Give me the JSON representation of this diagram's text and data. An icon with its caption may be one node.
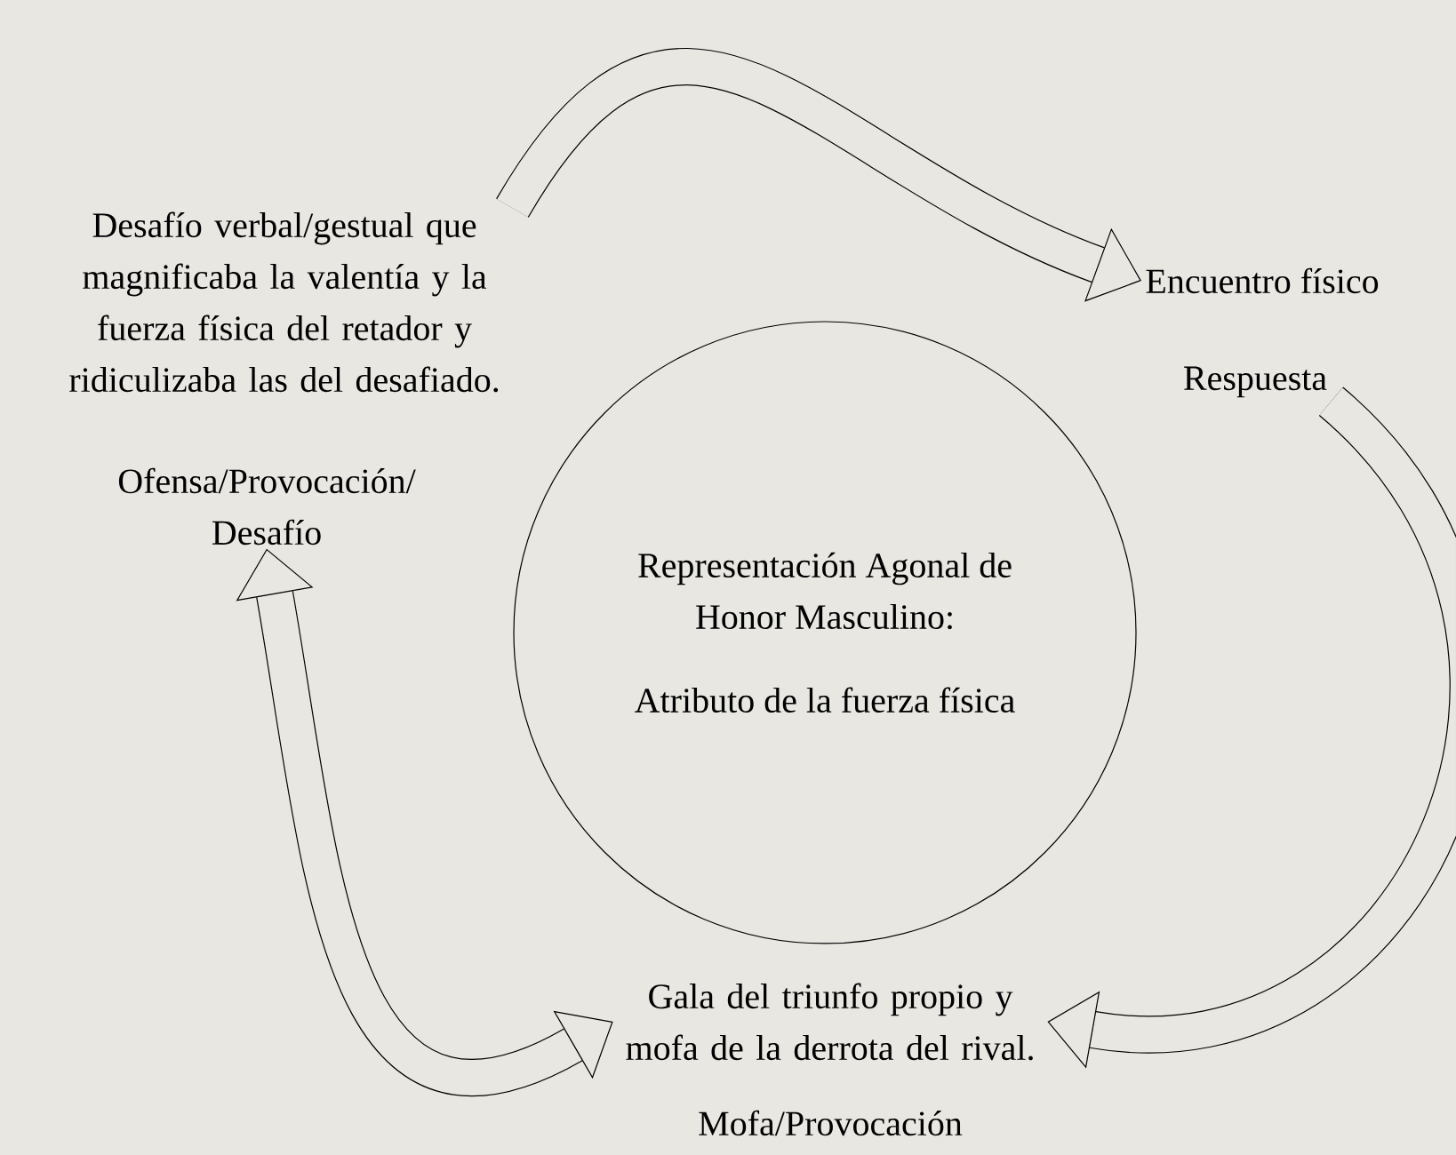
{
  "diagram": {
    "nodes": [
      {
        "text": [
          "Desafío verbal/gestual que magnificaba la valentía y la fuerza física del retador y ridiculizaba las del desafiado."
        ]
      },
      {
        "text": [
          "Encuentro físico"
        ]
      },
      {
        "text": [
          "Respuesta"
        ]
      },
      {
        "text": [
          "Ofensa/Provocación/ Desafío"
        ]
      },
      {
        "text": [
          "Representación Agonal de Honor Masculino:",
          "Atributo de la fuerza física"
        ]
      },
      {
        "text": [
          "Gala del triunfo propio y mofa de la derrota del rival."
        ]
      },
      {
        "text": [
          "Mofa/Provocación"
        ]
      }
    ],
    "edges": [
      {
        "from": 0,
        "to": 1,
        "arrow": "to"
      },
      {
        "from": 2,
        "to": 5,
        "arrow": "to"
      },
      {
        "from": 5,
        "to": 3,
        "arrow": "both"
      }
    ]
  }
}
